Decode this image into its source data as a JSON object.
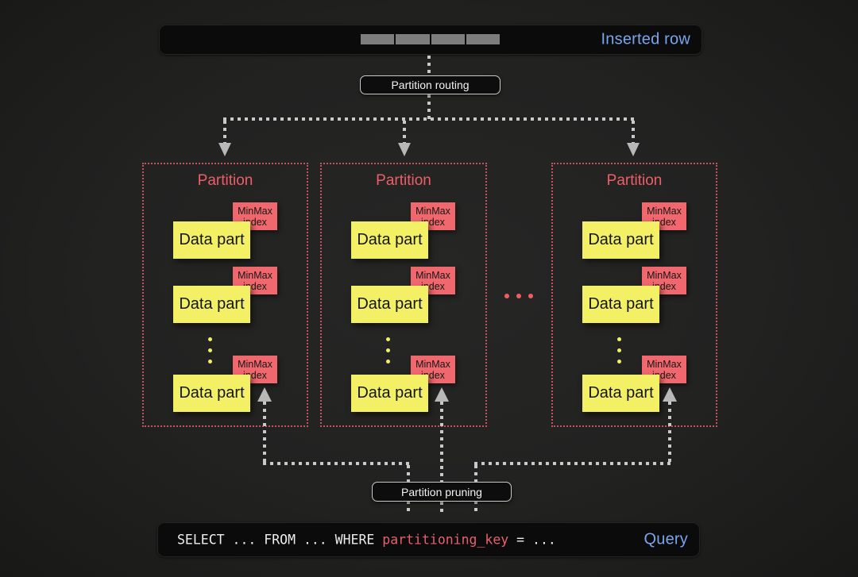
{
  "colors": {
    "background": "#222221",
    "bar_fill": "#0b0b0b",
    "blue": "#78a6ee",
    "yellow": "#f3f066",
    "pink": "#f0686d",
    "partition_title": "#ee5e67",
    "partition_border": "#c5525e",
    "connector": "#c9c9c9",
    "arrow": "#b8b8b8",
    "segment_gray": "#7d7d7d",
    "tag_border": "#c9c9c9",
    "tag_text": "#f2f2f2",
    "sql_text": "#ededed",
    "sql_key": "#e8606c"
  },
  "inserted_row": {
    "label": "Inserted row",
    "segment_count": 4
  },
  "routing": {
    "label": "Partition routing"
  },
  "pruning": {
    "label": "Partition pruning"
  },
  "partition": {
    "count": 3,
    "title": "Partition",
    "data_part_label": "Data part",
    "minmax_line1": "MinMax",
    "minmax_line2": "index",
    "visible_data_parts_per_partition": 3
  },
  "ellipsis": {
    "vertical_dots": 3,
    "horizontal_dots": 3
  },
  "query": {
    "prefix": "SELECT ... FROM ... WHERE ",
    "key": "partitioning_key",
    "suffix": " = ...",
    "label": "Query"
  }
}
